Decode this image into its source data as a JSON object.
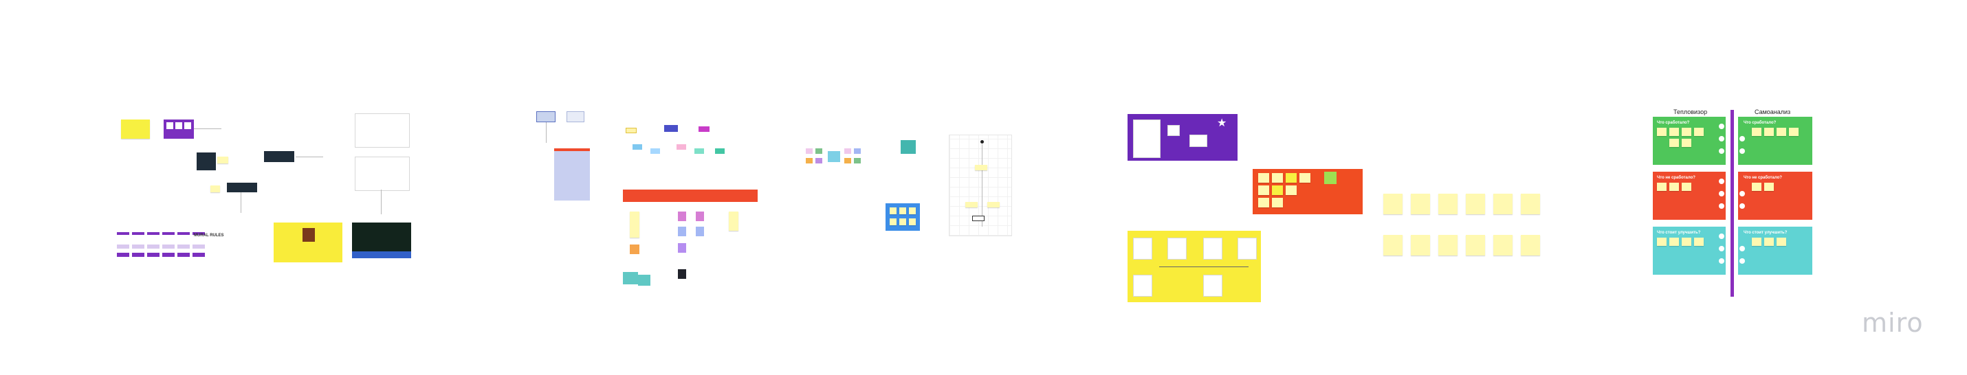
{
  "board": {
    "logo": "miro",
    "headline_small": "MURAL RULES",
    "templates": {
      "left_cluster": {
        "title": "MURAL RULES"
      },
      "banner": {
        "title": ""
      }
    },
    "retrospective": {
      "columns": [
        {
          "title": "Тепловизор",
          "rows": [
            "Что сработало?",
            "Что не сработало?",
            "Что стоит улучшить?"
          ]
        },
        {
          "title": "Самоанализ",
          "rows": [
            "Что сработало?",
            "Что не сработало?",
            "Что стоит улучшить?"
          ]
        }
      ]
    },
    "colors": {
      "purple": "#7b2fbf",
      "violet_board": "#6a28b8",
      "red": "#f04d22",
      "yellow": "#f9ec3a",
      "green": "#4fc65a",
      "retro_red": "#ef4a2c",
      "teal": "#60d3d3",
      "sticky": "#fff9b1",
      "blue": "#3d8ee8",
      "divider": "#8a2ebd"
    }
  }
}
